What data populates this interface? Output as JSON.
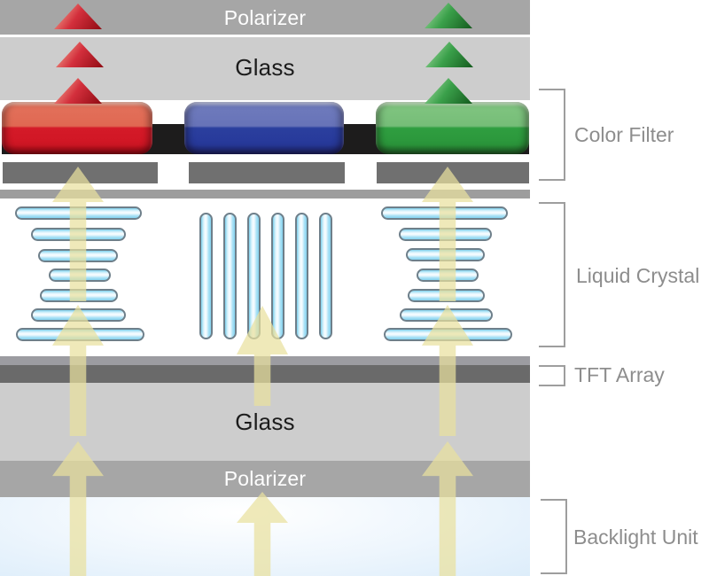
{
  "labels": {
    "polarizer_top": "Polarizer",
    "glass_top": "Glass",
    "color_filter": "Color Filter",
    "liquid_crystal": "Liquid Crystal",
    "tft_array": "TFT Array",
    "glass_bottom": "Glass",
    "polarizer_bottom": "Polarizer",
    "backlight_unit": "Backlight Unit"
  },
  "colors": {
    "red_filter": "#d41a28",
    "blue_filter": "#2b3f9e",
    "green_filter": "#2f9e40",
    "black_matrix": "#1d1c1c",
    "polarizer_layer": "#a6a6a6",
    "glass_layer": "#cdcdcd",
    "tft_layer": "#6a6a6a",
    "electrode_bar": "#707070",
    "liquid_crystal_molecule": "#84d2ef",
    "light_beam": "#e9e09e",
    "backlight_blue": "#d5e9f9",
    "annotation_text": "#8d8d8d"
  },
  "structure": {
    "sub_pixels": [
      "red",
      "blue",
      "green"
    ],
    "lc_states": [
      "twisted",
      "vertical",
      "twisted"
    ],
    "light_transmitted": [
      true,
      false,
      true
    ]
  }
}
